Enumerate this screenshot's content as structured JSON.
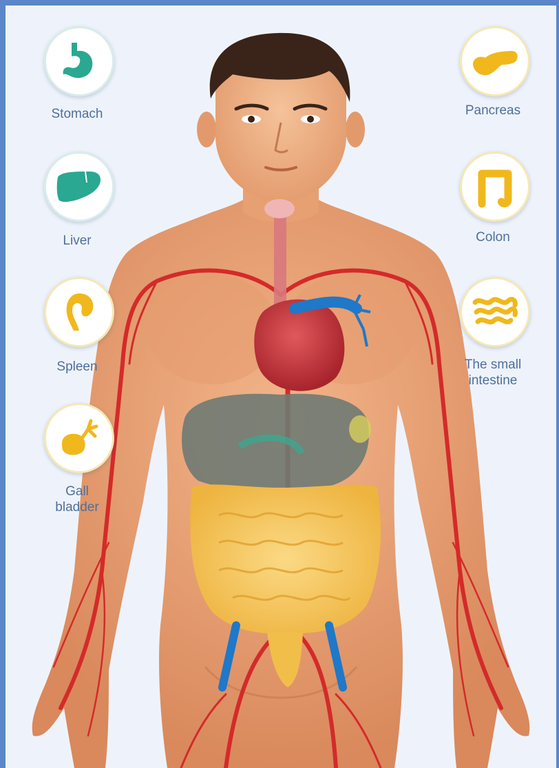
{
  "organs": {
    "stomach": {
      "label": "Stomach",
      "icon": "stomach-icon",
      "color": "#2aa891"
    },
    "liver": {
      "label": "Liver",
      "icon": "liver-icon",
      "color": "#2aa891"
    },
    "spleen": {
      "label": "Spleen",
      "icon": "spleen-icon",
      "color": "#f0b81c"
    },
    "gall_bladder": {
      "label_line1": "Gall",
      "label_line2": "bladder",
      "icon": "gall-bladder-icon",
      "color": "#f0b81c"
    },
    "pancreas": {
      "label": "Pancreas",
      "icon": "pancreas-icon",
      "color": "#f0b81c"
    },
    "colon": {
      "label": "Colon",
      "icon": "colon-icon",
      "color": "#f0b81c"
    },
    "small_intestine": {
      "label_line1": "The small",
      "label_line2": "intestine",
      "icon": "small-intestine-icon",
      "color": "#f0b81c"
    }
  },
  "colors": {
    "background": "#eef3fb",
    "frame": "#5b86c9",
    "skin": "#e9a277",
    "artery": "#d42a2a",
    "vein": "#1f78c8",
    "intestine": "#f4c55a",
    "liver_organ": "#6f7a73",
    "heart": "#c8383d"
  }
}
